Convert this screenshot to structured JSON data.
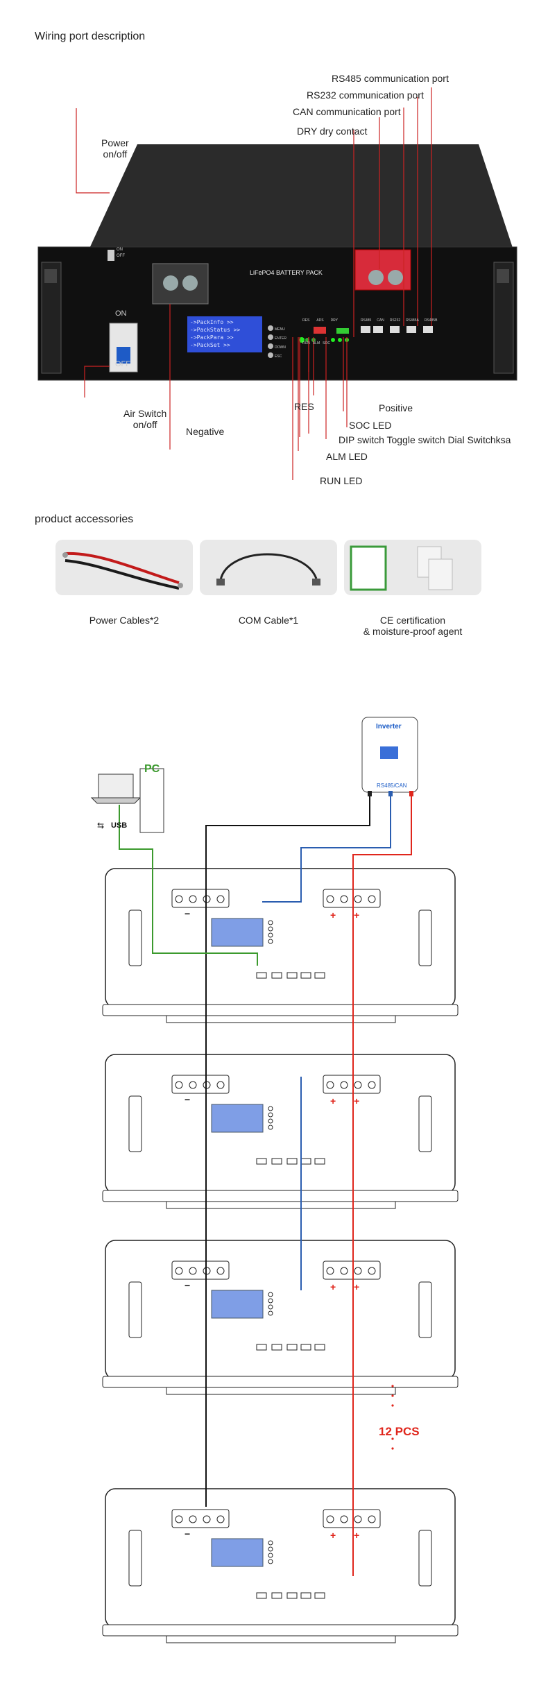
{
  "section1": {
    "title": "Wiring port description",
    "labels": {
      "rs485": "RS485 communication port",
      "rs232": "RS232 communication port",
      "can": "CAN communication port",
      "dry": "DRY dry contact",
      "power": "Power\non/off",
      "air": "Air Switch\non/off",
      "negative": "Negative",
      "res": "RES",
      "positive": "Positive",
      "soc": "SOC LED",
      "dip": "DIP switch Toggle switch Dial Switchksa",
      "alm": "ALM LED",
      "run": "RUN LED"
    },
    "device": {
      "brand": "LiFePO4  BATTERY PACK",
      "on": "ON",
      "off": "OFF",
      "sw_on": "ON",
      "sw_off": "OFF",
      "lcd": [
        "->PackInfo  >>",
        "->PackStatus >>",
        "->PackPara  >>",
        "->PackSet   >>"
      ],
      "buttons": [
        "MENU",
        "ENTER",
        "DOWN",
        "ESC"
      ],
      "ports": [
        "RS485",
        "CAN",
        "RS232",
        "RS485A",
        "RS485B"
      ],
      "small": [
        "RES",
        "ADS",
        "DRY",
        "RUN",
        "ALM",
        "SOC"
      ]
    }
  },
  "section2": {
    "title": "product accessories",
    "items": [
      {
        "caption": "Power Cables*2"
      },
      {
        "caption": "COM Cable*1"
      },
      {
        "caption": "CE certification\n& moisture-proof agent"
      }
    ]
  },
  "diagram": {
    "inverter": "Inverter",
    "inverter_port": "RS485/CAN",
    "pc": "PC",
    "usb": "USB",
    "count": "12 PCS",
    "colors": {
      "red": "#e0261c",
      "blue": "#2a5db0",
      "green": "#3c9a2e",
      "black": "#111111"
    }
  }
}
